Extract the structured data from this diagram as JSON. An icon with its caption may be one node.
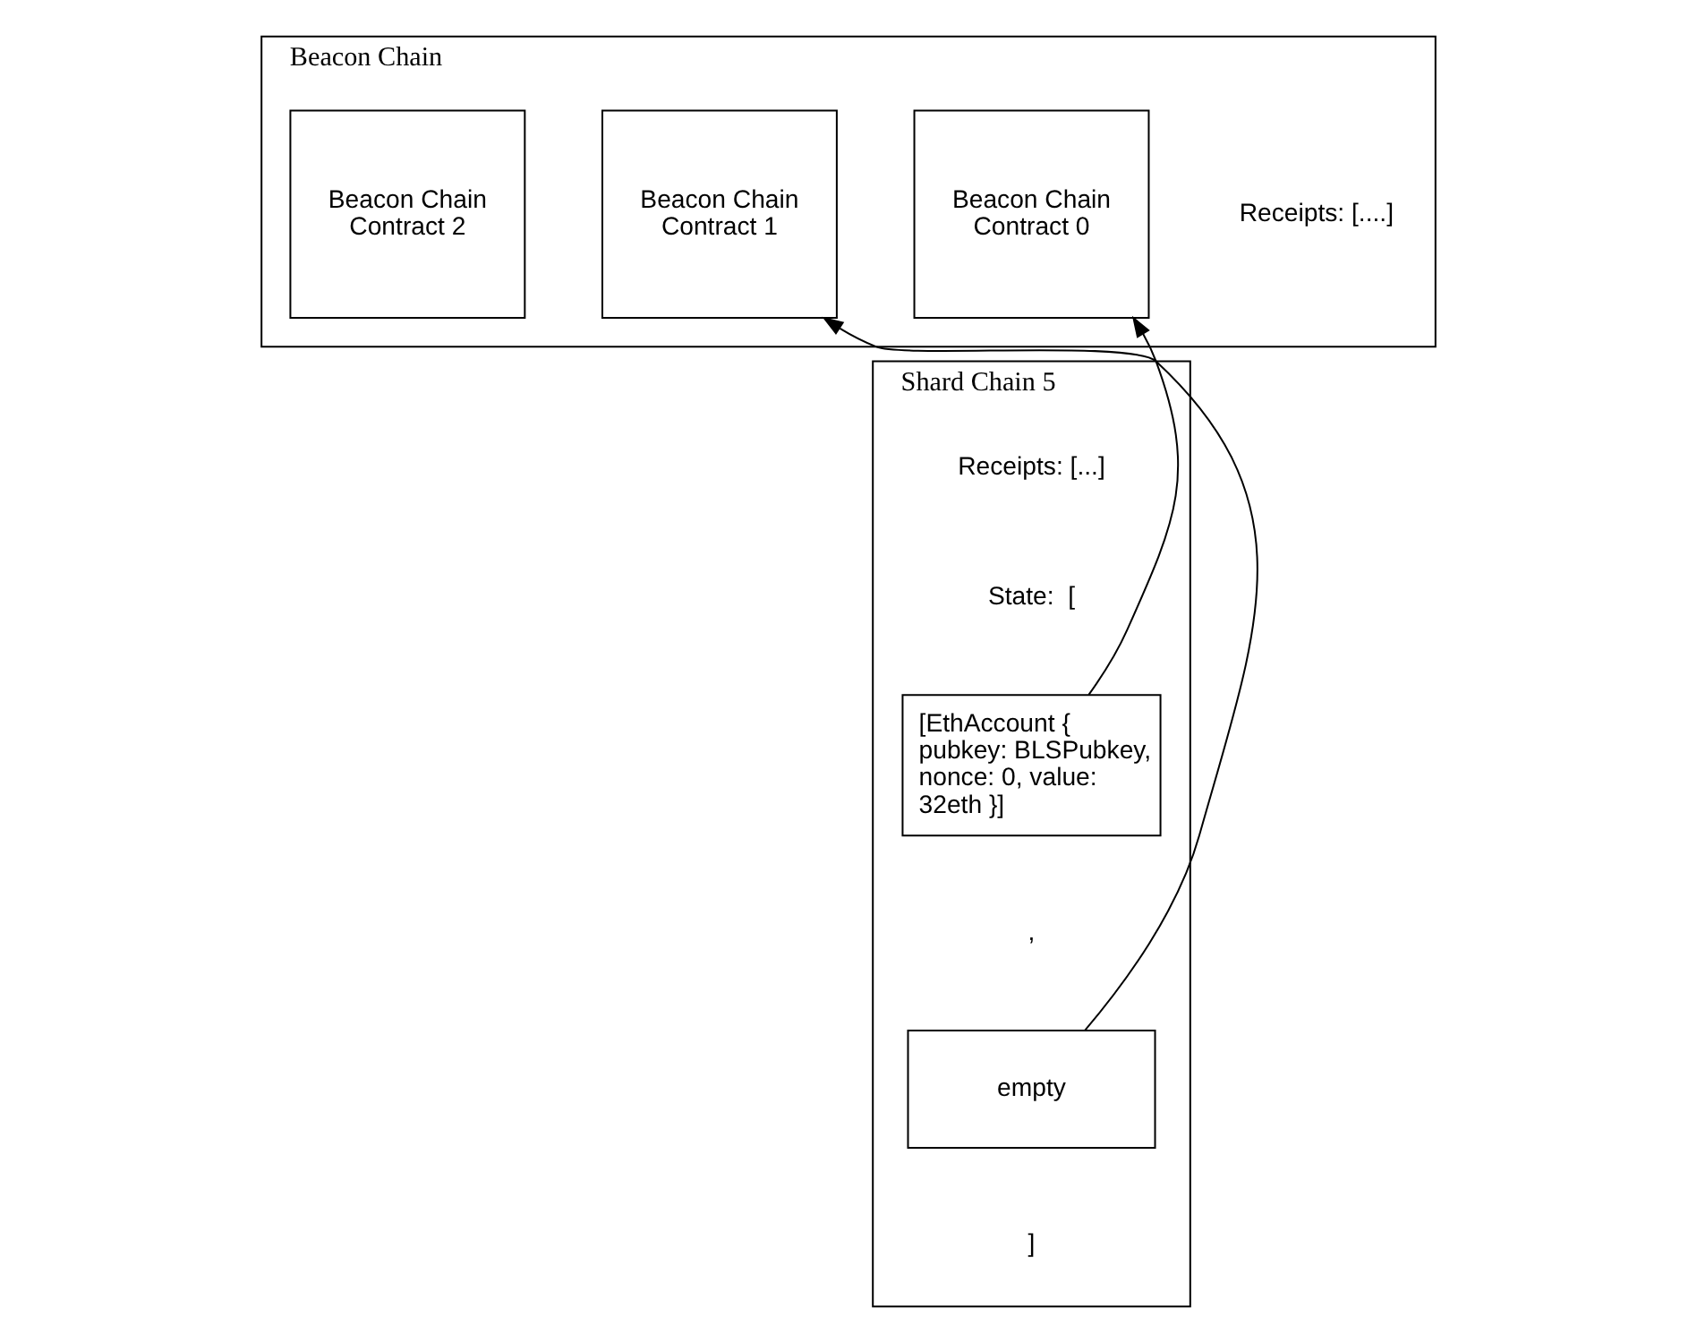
{
  "diagram": {
    "nodes": [
      {
        "text": [
          "Beacon Chain"
        ]
      },
      {
        "text": [
          "Beacon Chain Contract 0"
        ],
        "in": 0
      },
      {
        "text": [
          "Beacon Chain Contract 1"
        ],
        "in": 0
      },
      {
        "text": [
          "Beacon Chain Contract 2"
        ],
        "in": 0
      },
      {
        "text": [
          "Shard Chain 5"
        ]
      },
      {
        "text": [
          "[EthAccount { pubkey: BLSPubkey, nonce: 0, value: 32eth }]"
        ],
        "in": 4
      },
      {
        "text": [
          "empty"
        ],
        "in": 4
      }
    ],
    "edges": [
      {
        "from": 5,
        "to": 1,
        "arrow": "to"
      },
      {
        "from": 6,
        "to": 2,
        "arrow": "to"
      }
    ],
    "labels": [
      "Receipts: [....]",
      "Receipts: [...]",
      "State:  [",
      ",",
      "]"
    ]
  }
}
